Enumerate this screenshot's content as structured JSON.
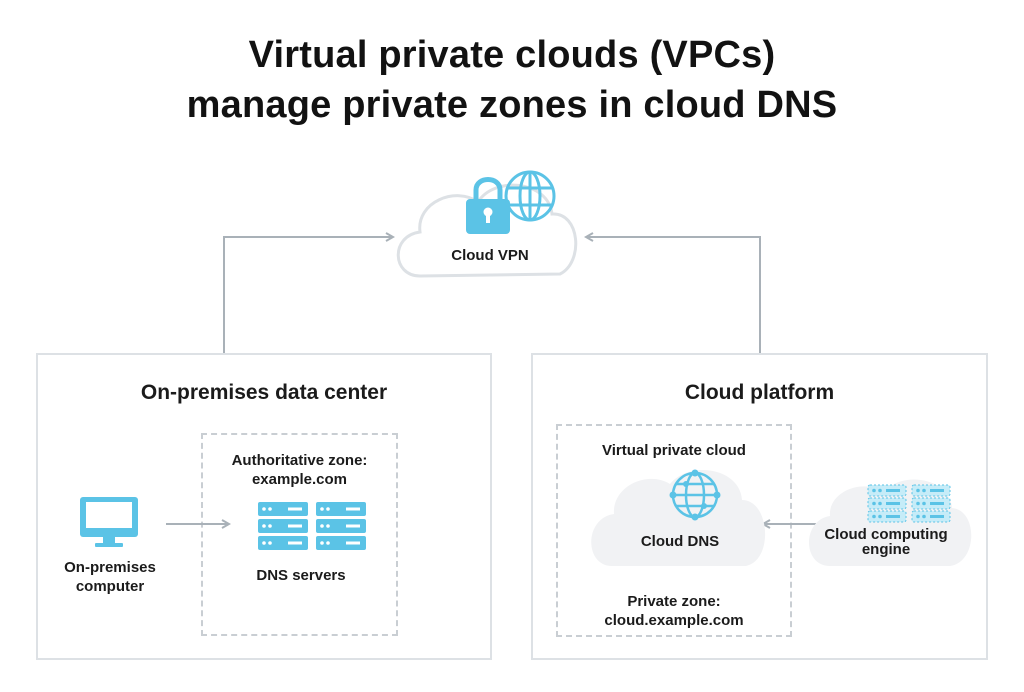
{
  "title": {
    "line1": "Virtual private clouds (VPCs)",
    "line2": "manage private zones in cloud DNS"
  },
  "vpn": {
    "label": "Cloud VPN",
    "icons": [
      "cloud-icon",
      "lock-icon",
      "globe-icon"
    ]
  },
  "onprem": {
    "title": "On-premises data center",
    "computer_label": [
      "On-premises",
      "computer"
    ],
    "zone_label": [
      "Authoritative zone:",
      "example.com"
    ],
    "servers_label": "DNS servers",
    "icons": [
      "monitor-icon",
      "server-icon"
    ]
  },
  "cloud": {
    "title": "Cloud platform",
    "vpc_label": "Virtual private cloud",
    "dns_label": "Cloud DNS",
    "zone_label": [
      "Private zone:",
      "cloud.example.com"
    ],
    "engine_label": [
      "Cloud computing",
      "engine"
    ],
    "icons": [
      "network-globe-icon",
      "server-rack-icon"
    ]
  },
  "colors": {
    "accent": "#5bc3e6",
    "accent_light": "#c6ecf8",
    "arrow": "#a9b1b8",
    "panel_border": "#dde1e5",
    "cloud_fill": "#f1f2f4"
  }
}
